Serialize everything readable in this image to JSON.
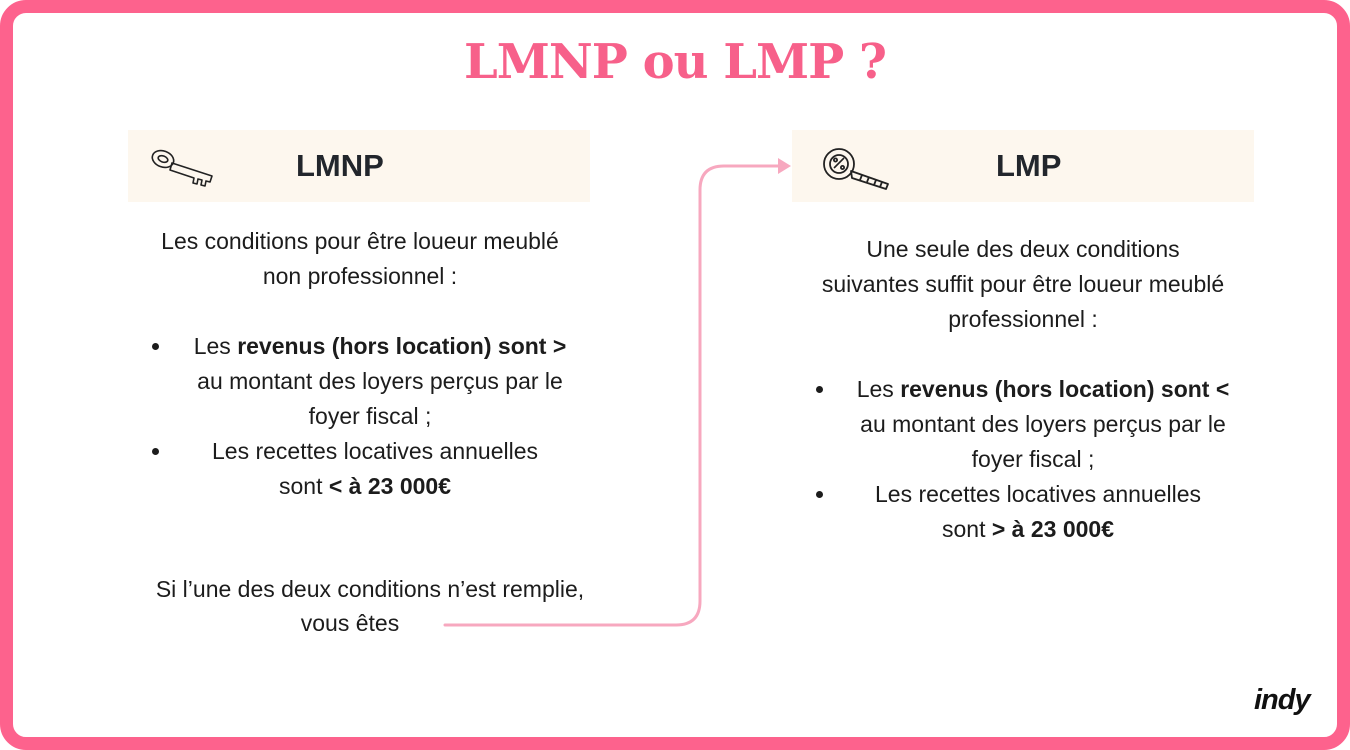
{
  "title": "LMNP ou LMP ?",
  "left": {
    "header": "LMNP",
    "icon": "key-icon",
    "intro_1": "Les conditions pour être loueur meublé",
    "intro_2": "non professionnel :",
    "bullet1": {
      "pre": "Les ",
      "bold": "revenus (hors location) sont  >",
      "line2": "au montant des loyers perçus par le",
      "line3": "foyer fiscal ;"
    },
    "bullet2": {
      "line1": "Les recettes locatives annuelles",
      "pre": "sont ",
      "bold": "< à 23 000€"
    },
    "footnote_1": "Si l’une des deux conditions n’est remplie,",
    "footnote_2": "vous êtes"
  },
  "right": {
    "header": "LMP",
    "icon": "key-with-tag-icon",
    "intro_1": "Une seule des deux conditions",
    "intro_2": "suivantes suffit pour être loueur meublé",
    "intro_3": "professionnel :",
    "bullet1": {
      "pre": "Les ",
      "bold": "revenus (hors location) sont <",
      "line2": "au montant des loyers perçus par le",
      "line3": "foyer fiscal ;"
    },
    "bullet2": {
      "line1": "Les recettes locatives annuelles",
      "pre": "sont ",
      "bold": "> à 23 000€"
    }
  },
  "brand": "indy",
  "colors": {
    "frame": "#fd628d",
    "title": "#f7608a",
    "header_bg": "#fdf7ee",
    "arrow": "#f7a8bf"
  }
}
